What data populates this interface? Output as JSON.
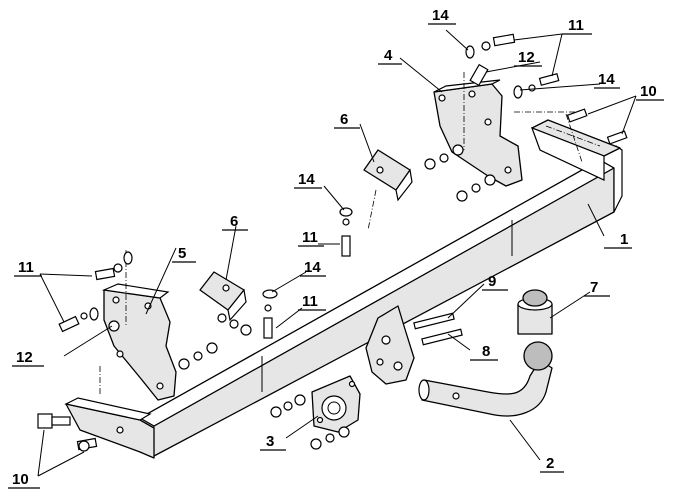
{
  "callouts": {
    "c1": "1",
    "c2": "2",
    "c3": "3",
    "c4": "4",
    "c5": "5",
    "c6a": "6",
    "c6b": "6",
    "c7": "7",
    "c8": "8",
    "c9": "9",
    "c10a": "10",
    "c10b": "10",
    "c11a": "11",
    "c11b": "11",
    "c11c": "11",
    "c11d": "11",
    "c12a": "12",
    "c12b": "12",
    "c14a": "14",
    "c14b": "14",
    "c14c": "14",
    "c14d": "14"
  }
}
